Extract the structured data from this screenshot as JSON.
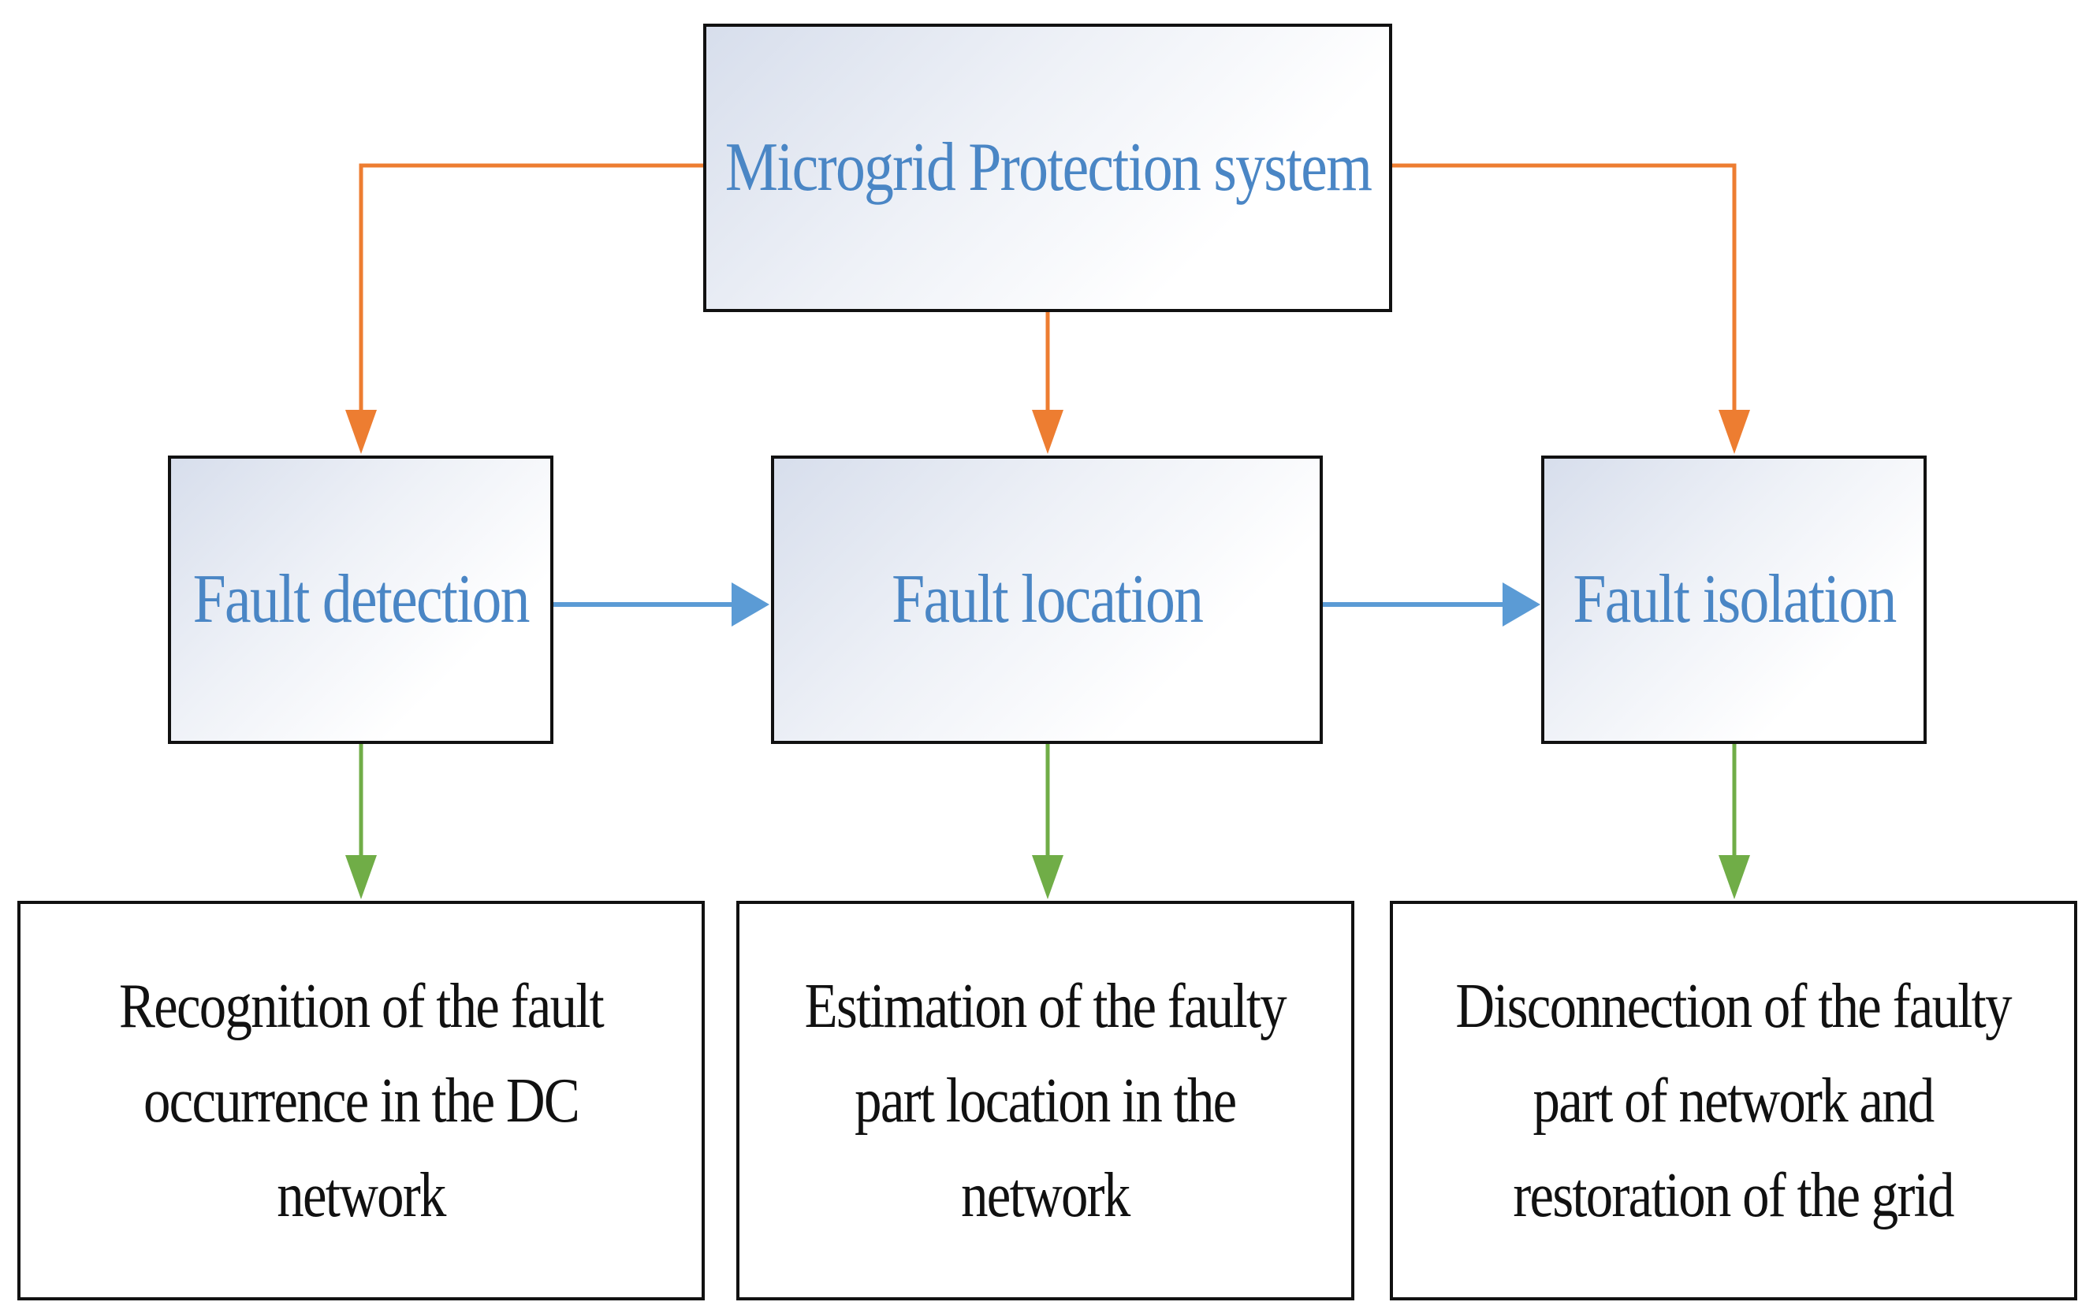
{
  "colors": {
    "orange_arrow": "#ed7d31",
    "blue_arrow": "#5b9bd5",
    "green_arrow": "#70ad47",
    "title_text": "#4a86c5",
    "box_border": "#111111"
  },
  "nodes": {
    "root": {
      "label": "Microgrid Protection system"
    },
    "detection": {
      "label": "Fault detection"
    },
    "location": {
      "label": "Fault location"
    },
    "isolation": {
      "label": "Fault isolation"
    },
    "desc_detection": {
      "label": "Recognition of the fault\noccurrence in the DC\nnetwork"
    },
    "desc_location": {
      "label": "Estimation of the faulty\npart location in the\nnetwork"
    },
    "desc_isolation": {
      "label": "Disconnection of the faulty\npart of network and\nrestoration of the grid"
    }
  },
  "edges": [
    {
      "from": "root",
      "to": "detection",
      "color": "orange"
    },
    {
      "from": "root",
      "to": "location",
      "color": "orange"
    },
    {
      "from": "root",
      "to": "isolation",
      "color": "orange"
    },
    {
      "from": "detection",
      "to": "location",
      "color": "blue"
    },
    {
      "from": "location",
      "to": "isolation",
      "color": "blue"
    },
    {
      "from": "detection",
      "to": "desc_detection",
      "color": "green"
    },
    {
      "from": "location",
      "to": "desc_location",
      "color": "green"
    },
    {
      "from": "isolation",
      "to": "desc_isolation",
      "color": "green"
    }
  ]
}
